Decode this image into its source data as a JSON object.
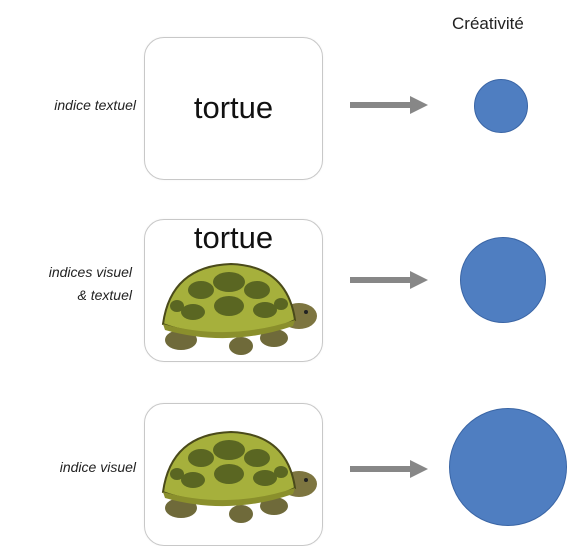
{
  "header": {
    "title": "Créativité"
  },
  "rows": [
    {
      "label": "indice textuel",
      "card_word": "tortue",
      "creativity_level": 1
    },
    {
      "label_line1": "indices visuel",
      "label_line2": "& textuel",
      "card_word": "tortue",
      "creativity_level": 2
    },
    {
      "label": "indice visuel",
      "creativity_level": 3
    }
  ],
  "colors": {
    "circle": "#4f7ec1",
    "arrow": "#878787",
    "card_border": "#c8c8c8"
  },
  "icons": [
    "turtle-image",
    "right-arrow-icon"
  ]
}
